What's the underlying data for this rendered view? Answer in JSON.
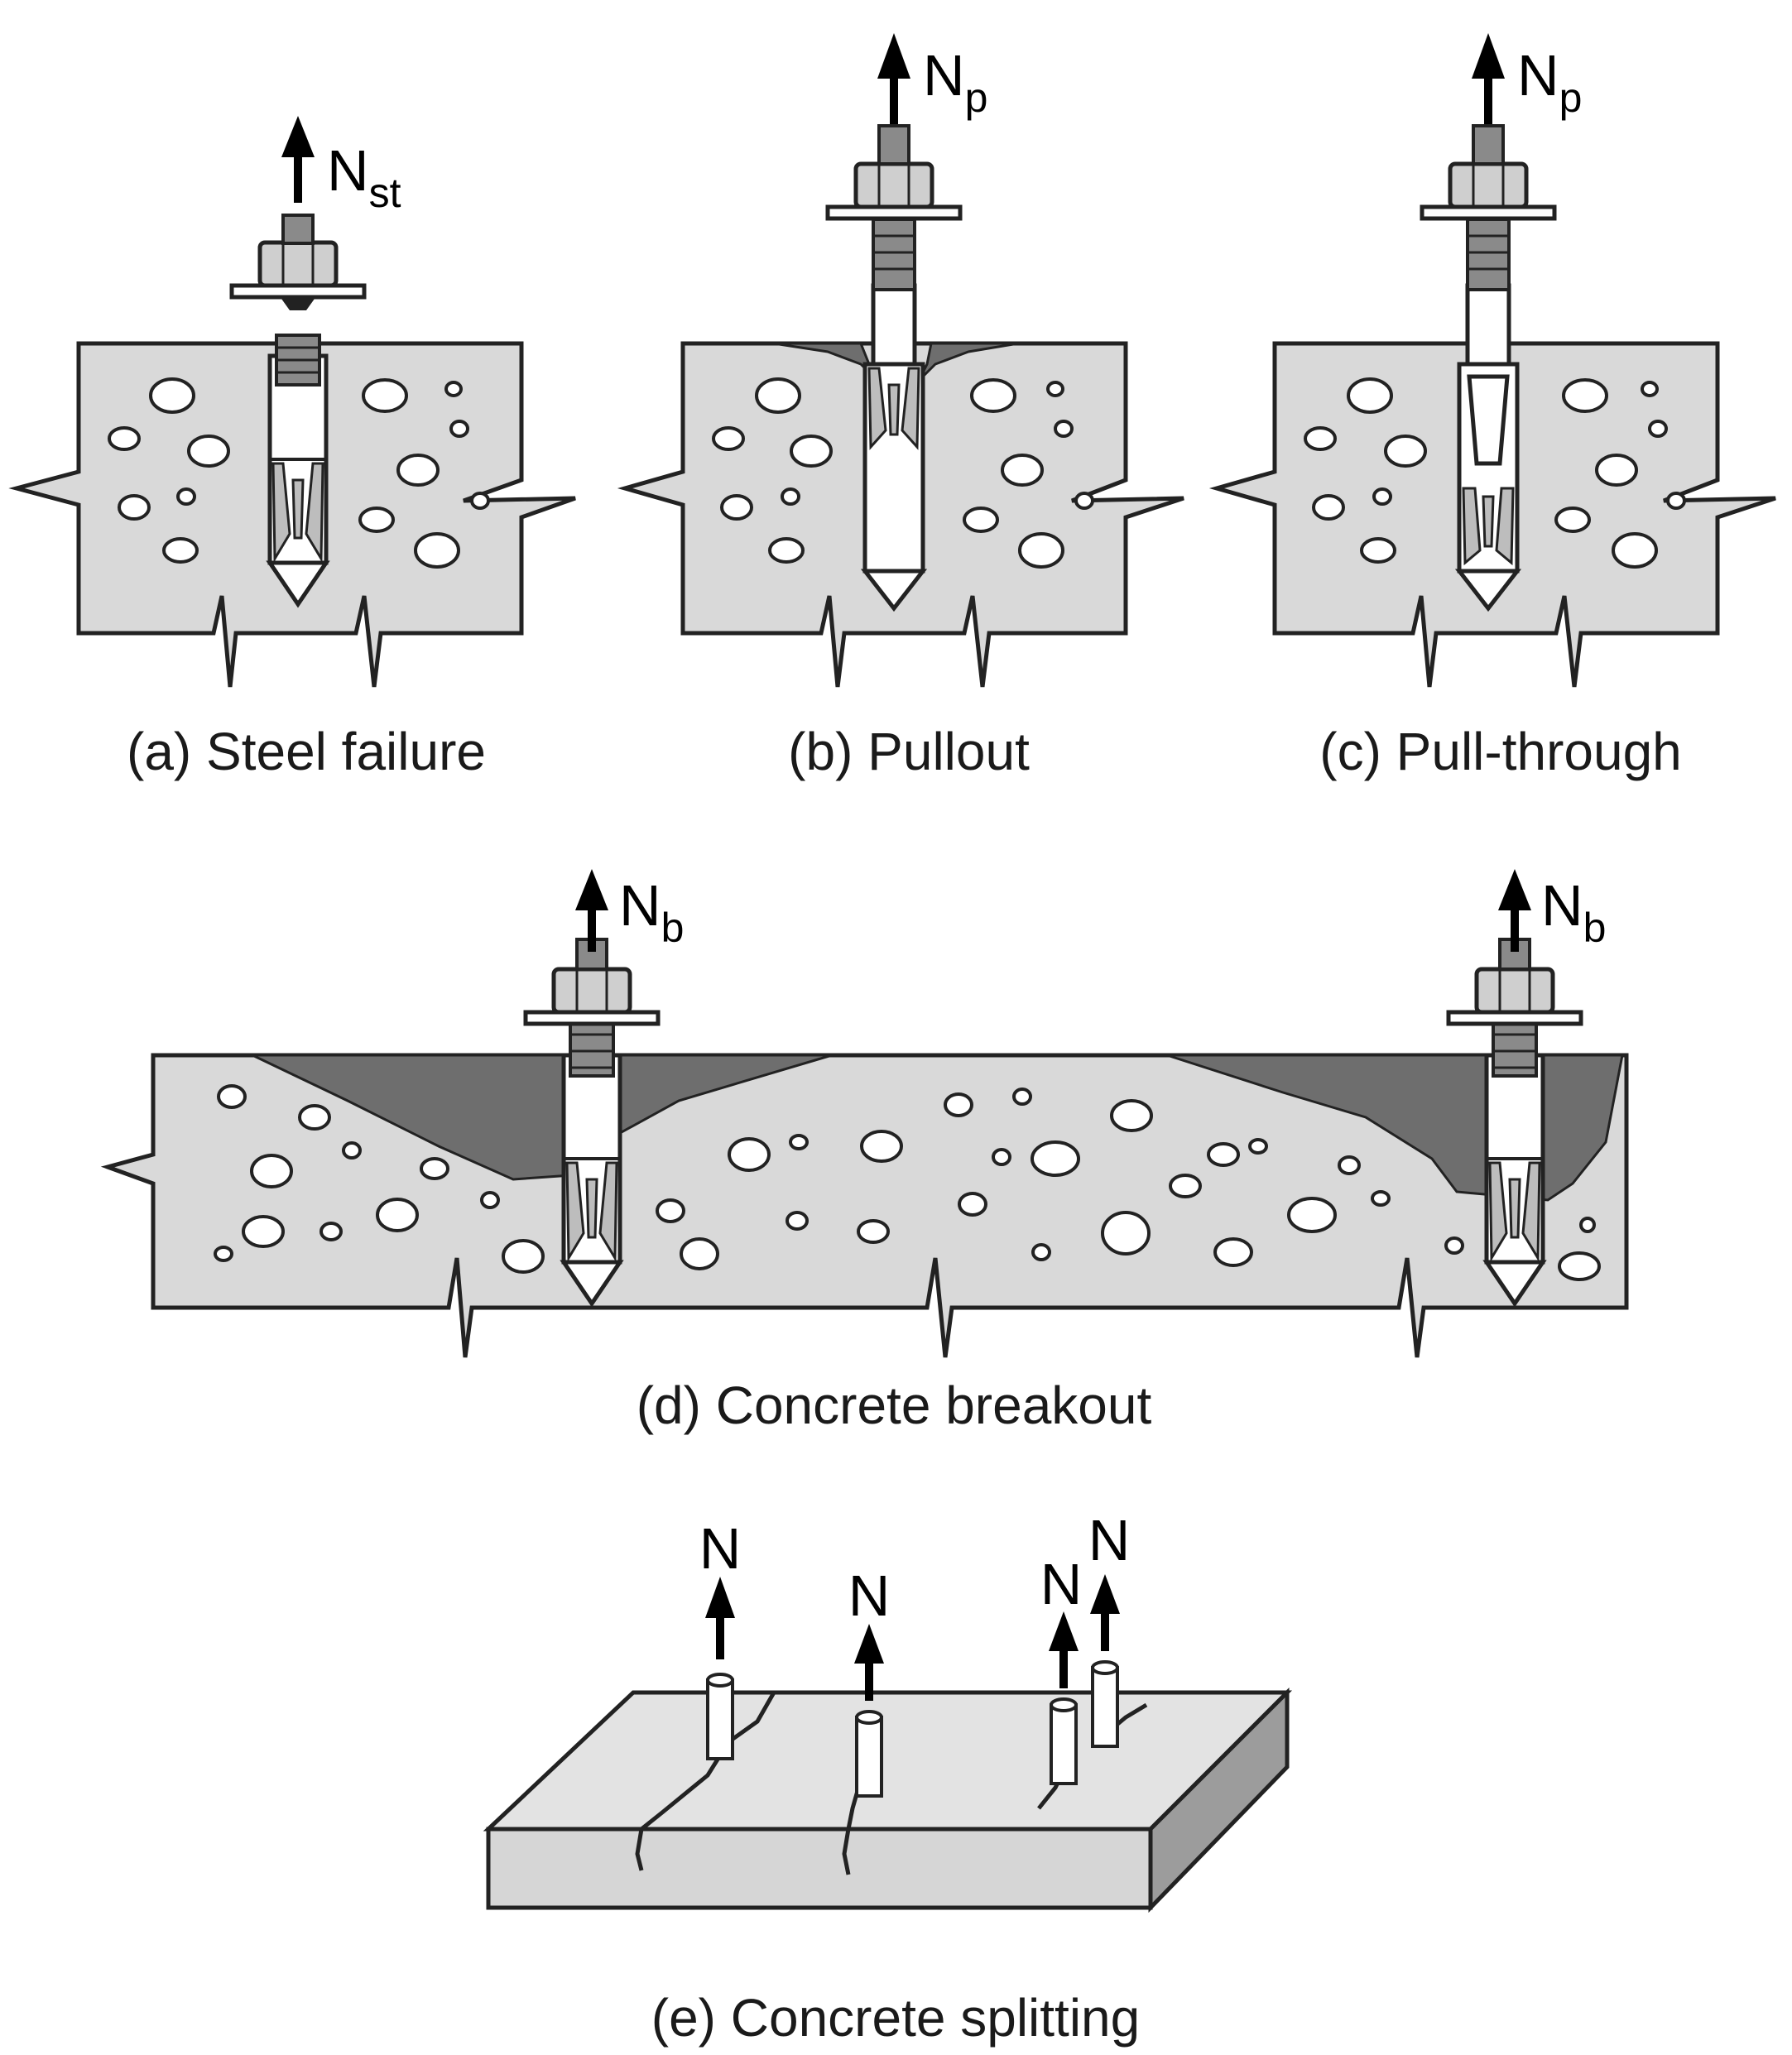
{
  "panels": {
    "a": {
      "caption": "(a) Steel failure",
      "force": "N",
      "force_sub": "st"
    },
    "b": {
      "caption": "(b) Pullout",
      "force": "N",
      "force_sub": "p"
    },
    "c": {
      "caption": "(c) Pull-through",
      "force": "N",
      "force_sub": "p"
    },
    "d": {
      "caption": "(d) Concrete breakout",
      "force": "N",
      "force_sub": "b"
    },
    "e": {
      "caption": "(e) Concrete splitting",
      "force": "N"
    }
  }
}
